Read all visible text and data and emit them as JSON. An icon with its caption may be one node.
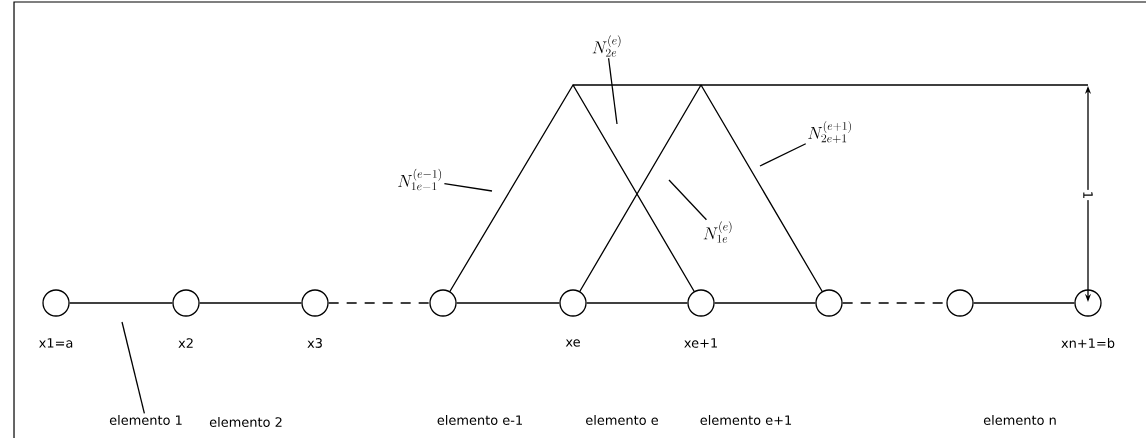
{
  "diagram": {
    "nodes": [
      {
        "text": [
          "N_{2e}^{(e)}"
        ]
      },
      {
        "text": [
          "N_{1e-1}^{(e-1)}"
        ]
      },
      {
        "text": [
          "N_{2e+1}^{(e+1)}"
        ]
      },
      {
        "text": [
          "N_{1e}^{(e)}"
        ]
      },
      {
        "text": [],
        "shape": "circle",
        "beside": [
          "x1=a"
        ]
      },
      {
        "text": [],
        "shape": "circle",
        "beside": [
          "x2"
        ]
      },
      {
        "text": [],
        "shape": "circle",
        "beside": [
          "x3"
        ]
      },
      {
        "text": [],
        "shape": "circle"
      },
      {
        "text": [],
        "shape": "circle",
        "beside": [
          "xe"
        ]
      },
      {
        "text": [],
        "shape": "circle",
        "beside": [
          "xe+1"
        ]
      },
      {
        "text": [],
        "shape": "circle"
      },
      {
        "text": [],
        "shape": "circle"
      },
      {
        "text": [],
        "shape": "circle",
        "beside": [
          "xn+1=b"
        ]
      },
      {
        "text": [
          "elemento 1"
        ]
      }
    ],
    "edges": [
      {
        "from": 4,
        "to": 5,
        "arrow": "none"
      },
      {
        "from": 5,
        "to": 6,
        "arrow": "none"
      },
      {
        "from": 6,
        "to": 7,
        "arrow": "none",
        "style": "dashed"
      },
      {
        "from": 7,
        "to": 8,
        "arrow": "none"
      },
      {
        "from": 8,
        "to": 9,
        "arrow": "none"
      },
      {
        "from": 9,
        "to": 10,
        "arrow": "none"
      },
      {
        "from": 10,
        "to": 11,
        "arrow": "none",
        "style": "dashed"
      },
      {
        "from": 11,
        "to": 12,
        "arrow": "none"
      },
      {
        "from": 0,
        "to": null,
        "arrow": "none"
      },
      {
        "from": 1,
        "to": null,
        "arrow": "none"
      },
      {
        "from": 2,
        "to": null,
        "arrow": "none"
      },
      {
        "from": 3,
        "to": null,
        "arrow": "none"
      },
      {
        "from": 13,
        "to": null,
        "arrow": "none"
      }
    ],
    "labels": [
      "1",
      "elemento 2",
      "elemento e-1",
      "elemento e",
      "elemento e+1",
      "elemento n"
    ]
  }
}
